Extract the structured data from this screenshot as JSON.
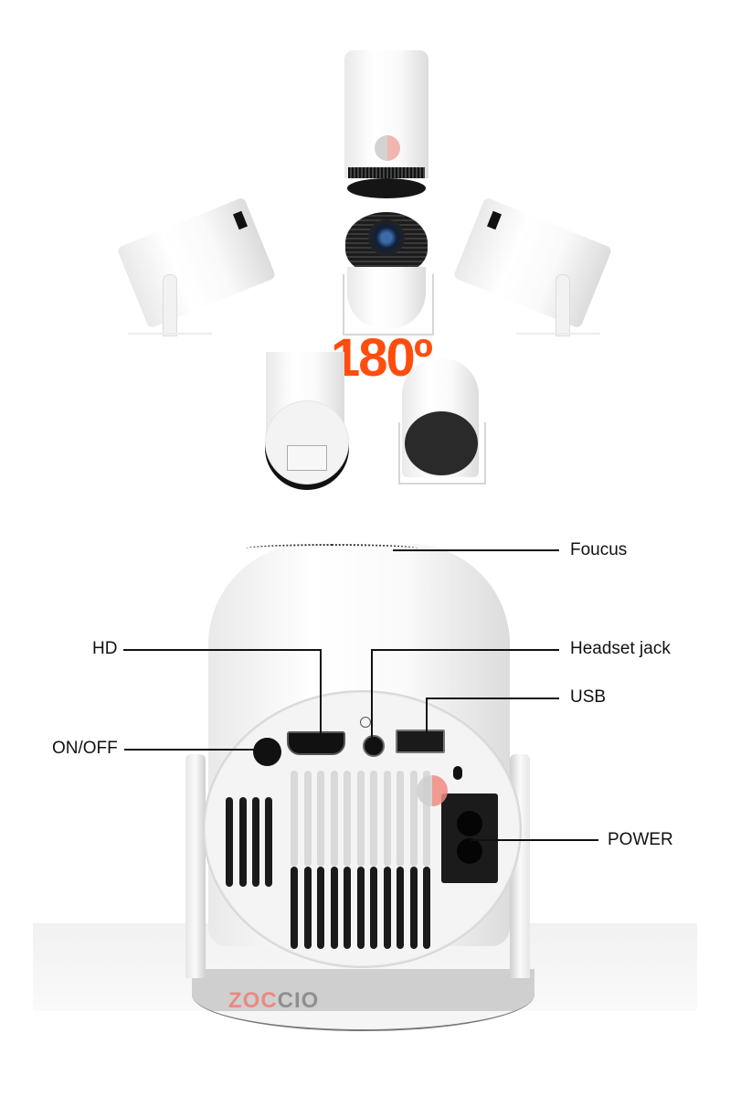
{
  "top_section": {
    "rotation_label": "180º",
    "accent_color": "#ff4d0d",
    "views": [
      "top-view-lens-up",
      "left-tilt-view",
      "front-lens-view",
      "right-tilt-view",
      "bottom-view",
      "rear-view-small"
    ]
  },
  "diagram": {
    "callouts": [
      {
        "id": "focus",
        "label": "Foucus"
      },
      {
        "id": "hd",
        "label": "HD"
      },
      {
        "id": "headset",
        "label": "Headset jack"
      },
      {
        "id": "usb",
        "label": "USB"
      },
      {
        "id": "onoff",
        "label": "ON/OFF"
      },
      {
        "id": "power",
        "label": "POWER"
      }
    ],
    "line_color": "#111111"
  },
  "watermark": {
    "text_left": "ZOC",
    "text_right": "CIO",
    "color_left": "#e88a84",
    "color_right": "#8f8f8f"
  }
}
